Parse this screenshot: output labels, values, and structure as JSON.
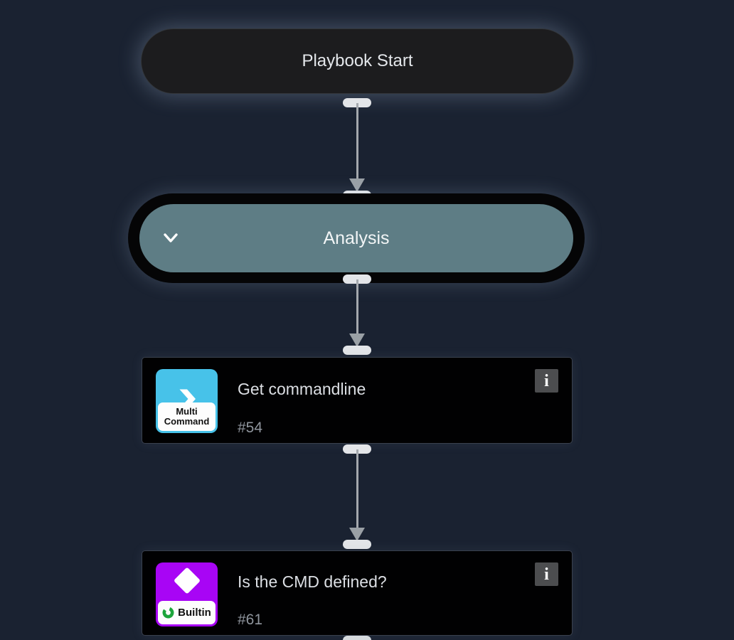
{
  "colors": {
    "canvas_background": "#1a2231",
    "start_node_fill": "#1c1c1e",
    "section_fill": "#5e7d85",
    "task_card_fill": "#010102",
    "multi_command_cyan": "#47c2e9",
    "builtin_purple": "#a805f5",
    "builtin_logo_green": "#1da53c",
    "connector_gray": "#a4a8ad",
    "port_light": "#e3e5e8",
    "info_button_gray": "#4c4d4f"
  },
  "ui": {
    "info_glyph": "i"
  },
  "flow": {
    "start": {
      "label": "Playbook Start"
    },
    "section": {
      "label": "Analysis"
    },
    "tasks": [
      {
        "title": "Get commandline",
        "task_id": "#54",
        "badge_lines": [
          "Multi",
          "Command"
        ]
      },
      {
        "title": "Is the CMD defined?",
        "task_id": "#61",
        "badge_lines": [
          "Builtin"
        ]
      }
    ]
  }
}
